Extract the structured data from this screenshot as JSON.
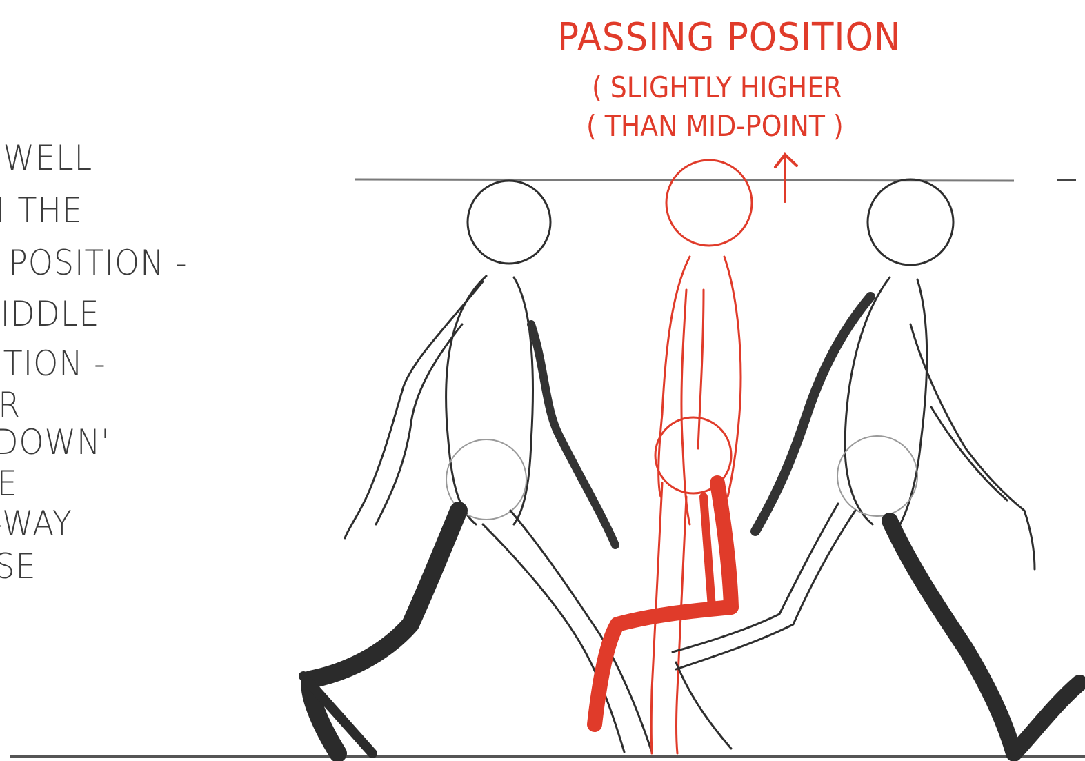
{
  "colors": {
    "pencil": "#2e2e2e",
    "pencil_light": "#8a8a8a",
    "red": "#e03b2a",
    "background": "#ffffff"
  },
  "left_note": {
    "lines": [
      "T WELL",
      "IN THE",
      "G POSITION -",
      "MIDDLE",
      "SITION -",
      "OR",
      "KDOWN'",
      "HE",
      "F-WAY",
      "ASE"
    ]
  },
  "passing_label": {
    "title": "PASSING POSITION",
    "subtitle_line1": "( SLIGHTLY HIGHER",
    "subtitle_line2": "( THAN MID-POINT )"
  },
  "figures": [
    {
      "name": "contact-pose-left",
      "color": "pencil"
    },
    {
      "name": "passing-position",
      "color": "red"
    },
    {
      "name": "contact-pose-right",
      "color": "pencil"
    }
  ],
  "icons": {
    "arrow": "up-arrow-icon"
  }
}
